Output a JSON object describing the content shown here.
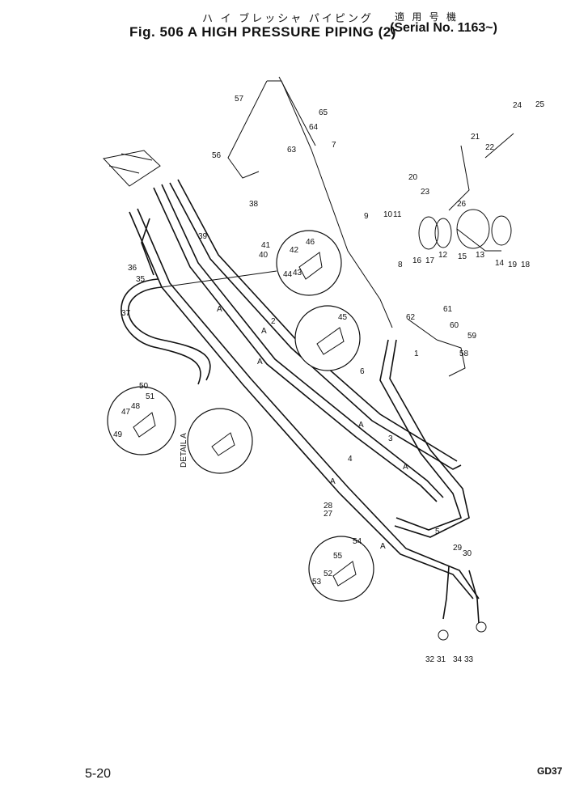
{
  "header": {
    "japanese_title": "ハ イ ブレッシャ パイピング",
    "japanese_serial": "適 用 号 機",
    "title": "Fig. 506 A HIGH PRESSURE PIPING (2)",
    "serial": "(Serial No. 1163~)"
  },
  "footer": {
    "page_number": "5-20",
    "code": "GD37"
  },
  "detail_label": "DETAIL A",
  "detail_arrow_labels": [
    "A",
    "A",
    "A",
    "A",
    "A",
    "A",
    "A"
  ],
  "part_labels": [
    "1",
    "2",
    "3",
    "4",
    "5",
    "6",
    "7",
    "8",
    "9",
    "10",
    "11",
    "12",
    "13",
    "14",
    "15",
    "16",
    "17",
    "18",
    "19",
    "20",
    "21",
    "22",
    "23",
    "24",
    "25",
    "26",
    "27",
    "28",
    "29",
    "30",
    "31",
    "32",
    "33",
    "34",
    "35",
    "36",
    "37",
    "38",
    "39",
    "40",
    "41",
    "42",
    "43",
    "44",
    "45",
    "46",
    "47",
    "48",
    "49",
    "50",
    "51",
    "52",
    "53",
    "54",
    "55",
    "56",
    "57",
    "58",
    "59",
    "60",
    "61",
    "62",
    "63",
    "64",
    "65"
  ]
}
